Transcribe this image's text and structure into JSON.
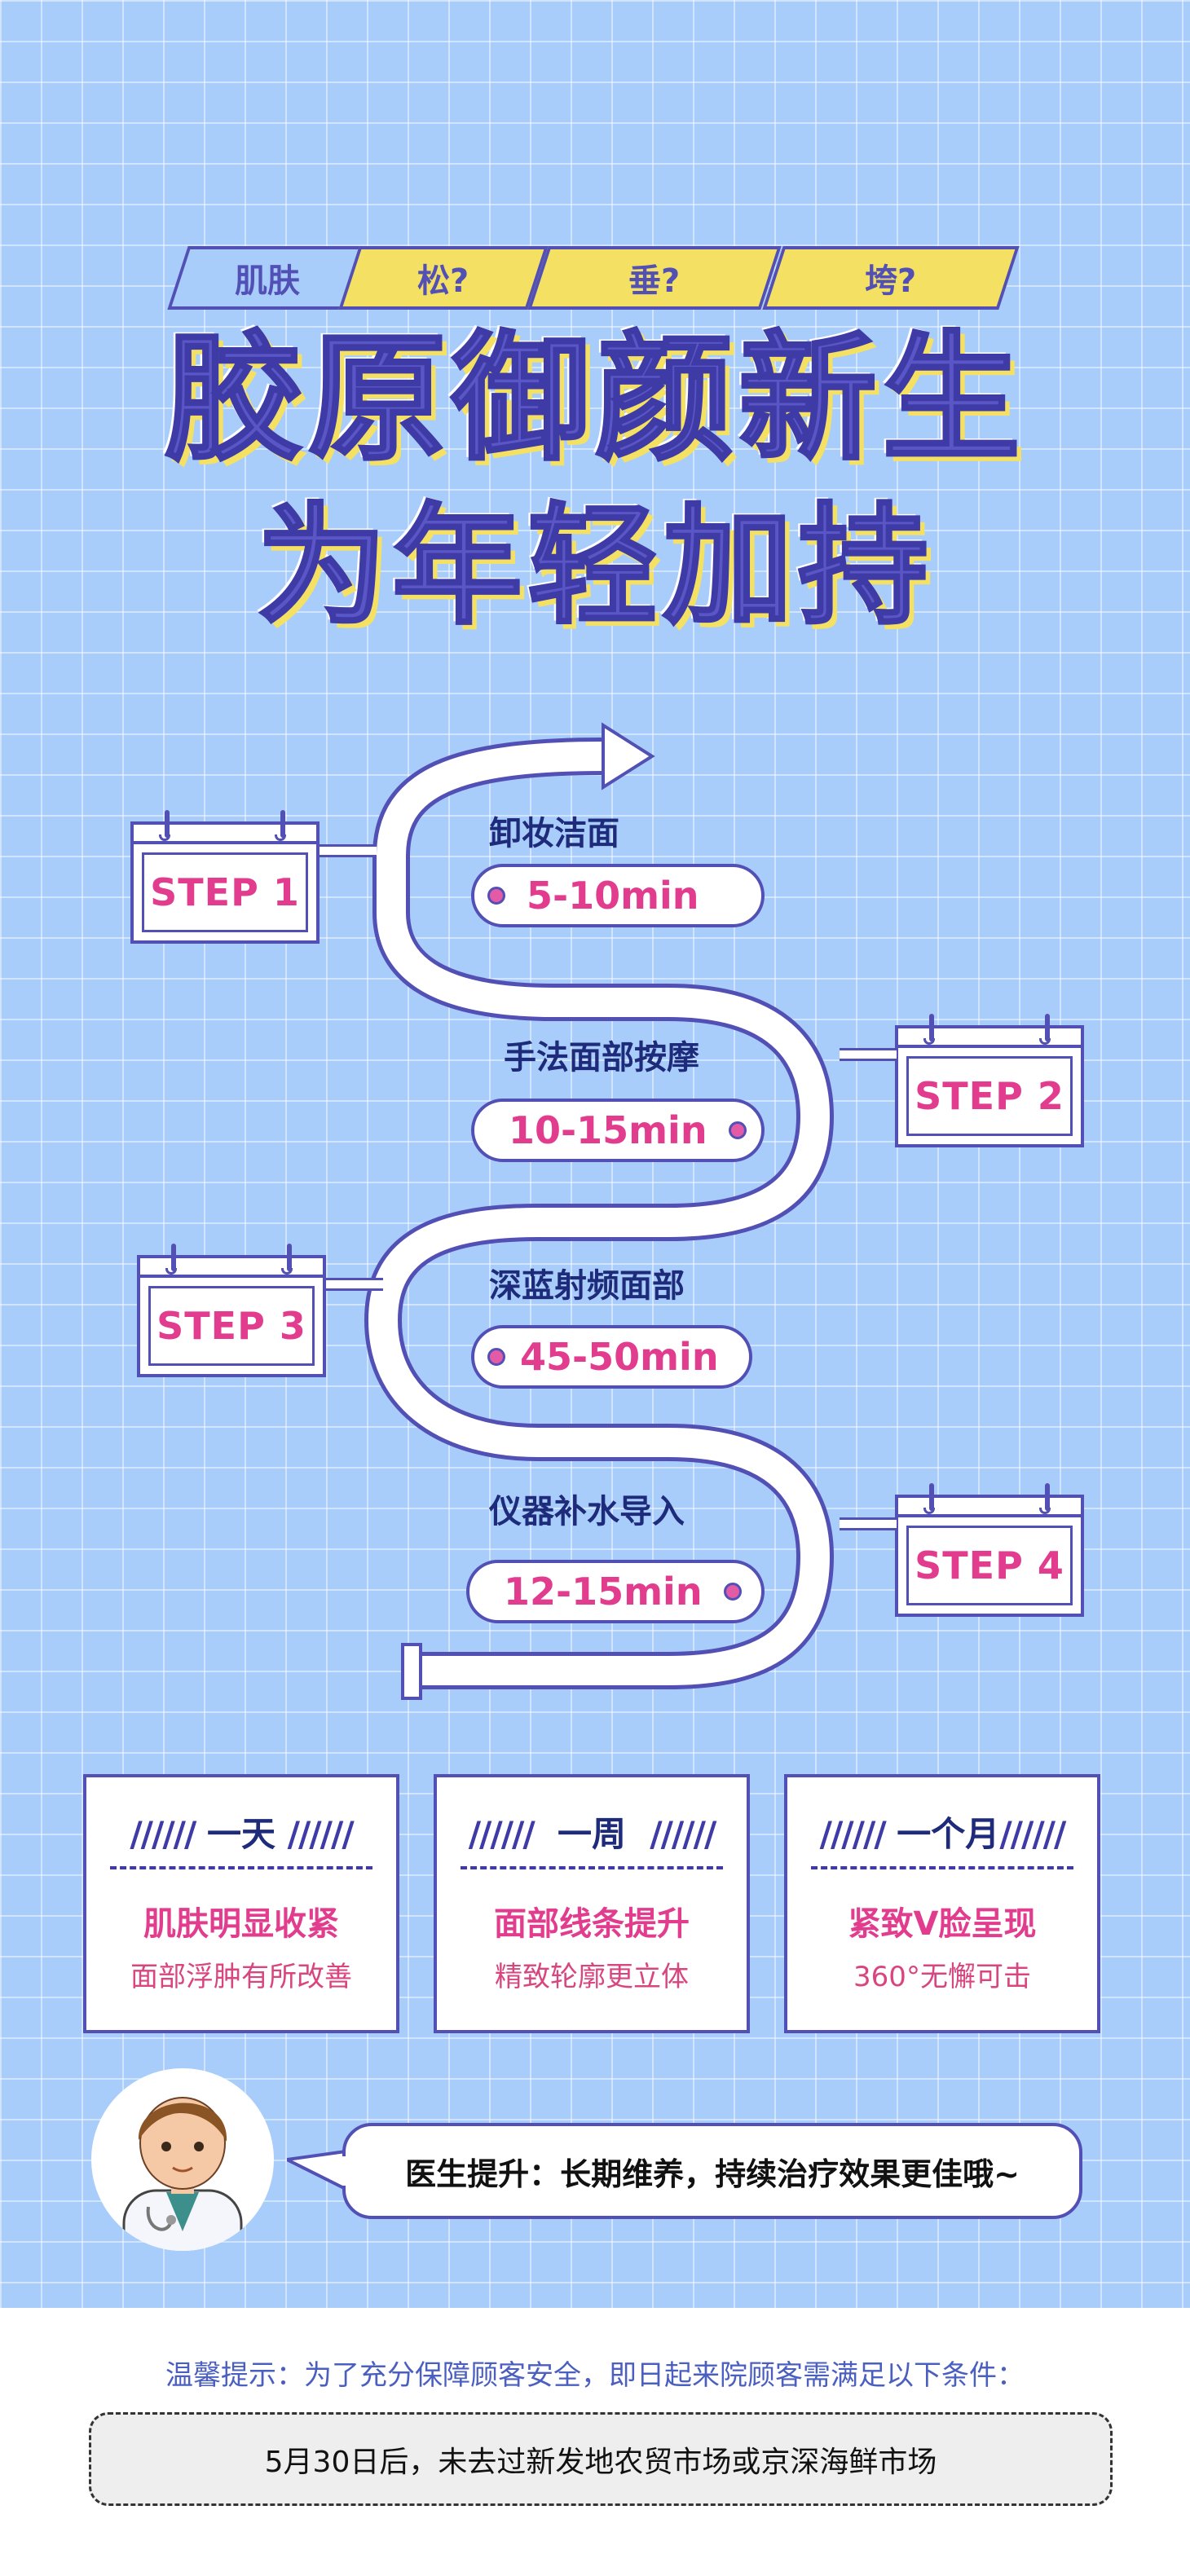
{
  "tags": [
    "肌肤",
    "松?",
    "垂?",
    "垮?"
  ],
  "headline": {
    "line1": "胶原御颜新生",
    "line2": "为年轻加持"
  },
  "steps": [
    {
      "label": "STEP 1",
      "title": "卸妆洁面",
      "duration": "5-10min"
    },
    {
      "label": "STEP 2",
      "title": "手法面部按摩",
      "duration": "10-15min"
    },
    {
      "label": "STEP 3",
      "title": "深蓝射频面部",
      "duration": "45-50min"
    },
    {
      "label": "STEP 4",
      "title": "仪器补水导入",
      "duration": "12-15min"
    }
  ],
  "results": [
    {
      "slash_left": "//////",
      "period": "一天",
      "slash_right": "//////",
      "main": "肌肤明显收紧",
      "sub": "面部浮肿有所改善"
    },
    {
      "slash_left": "//////",
      "period": "一周",
      "slash_right": "//////",
      "main": "面部线条提升",
      "sub": "精致轮廓更立体"
    },
    {
      "slash_left": "//////",
      "period": "一个月",
      "slash_right": "//////",
      "main": "紧致V脸呈现",
      "sub": "360°无懈可击"
    }
  ],
  "doctor_tip": "医生提升：长期维养，持续治疗效果更佳哦~",
  "notice": "温馨提示：为了充分保障顾客安全，即日起来院顾客需满足以下条件：",
  "condition": "5月30日后，未去过新发地农贸市场或京深海鲜市场",
  "colors": {
    "background": "#a9cdfb",
    "primary": "#5350b5",
    "accent_pink": "#e23c8e",
    "tag_yellow": "#f4e163"
  }
}
